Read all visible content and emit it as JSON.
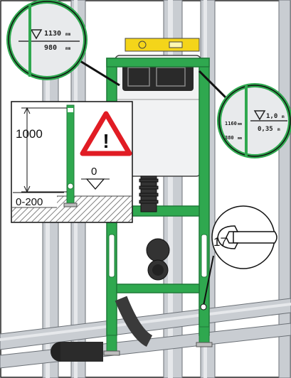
{
  "colors": {
    "frame_green": "#2fa84f",
    "frame_dark": "#1f7a38",
    "rail_gray": "#c9cdd2",
    "warning_red": "#e11c24",
    "level_yellow": "#f4d51a"
  },
  "callout_top_left": {
    "value_1": "1130",
    "unit_1": "mm",
    "value_2": "980",
    "unit_2": "mm"
  },
  "callout_right": {
    "value_1": "1,0",
    "unit_1": "m",
    "value_2": "0,35",
    "unit_2": "m",
    "value_3": "1160",
    "unit_3": "mm",
    "value_4": "380",
    "unit_4": "mm"
  },
  "inset": {
    "height_label": "1000",
    "adjust_label": "0-200",
    "floor_level_label": "0",
    "warning_mark": "!"
  },
  "wrench": {
    "size_label": "17"
  },
  "icons": [
    "warning-icon",
    "wrench-icon",
    "spirit-level-icon",
    "level-triangle-icon"
  ]
}
